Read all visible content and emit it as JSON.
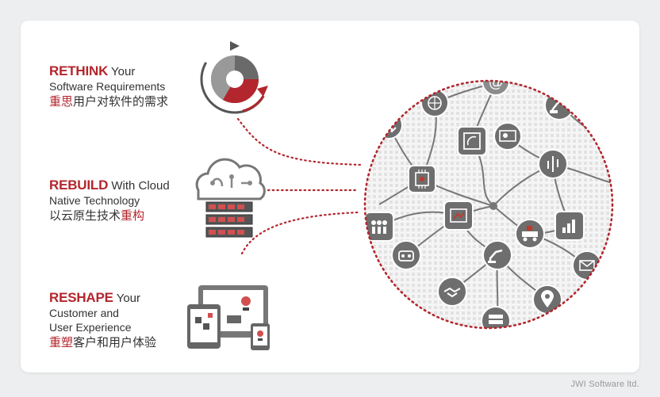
{
  "blocks": [
    {
      "keyword": "RETHINK",
      "rest": " Your",
      "line2": "Software Requirements",
      "line3": null,
      "zh_red": "重思",
      "zh_dark": "用户对软件的需求",
      "zh_red2": ""
    },
    {
      "keyword": "REBUILD",
      "rest": " With Cloud",
      "line2": "Native Technology",
      "line3": null,
      "zh_red": "",
      "zh_dark": "以云原生技术",
      "zh_red2": "重构"
    },
    {
      "keyword": "RESHAPE",
      "rest": " Your",
      "line2": "Customer and",
      "line3": "User Experience",
      "zh_red": "重塑",
      "zh_dark": "客户和用户体验",
      "zh_red2": ""
    }
  ],
  "network_icons": [
    "at-icon",
    "gear-icon",
    "globe-icon",
    "robot-arm-icon",
    "upload-download-icon",
    "screen-wifi-icon",
    "monitor-gear-icon",
    "chip-icon",
    "circuit-icon",
    "analytics-icon",
    "people-icon",
    "conveyor-icon",
    "bar-chart-icon",
    "robot-face-icon",
    "robot-arm-icon",
    "mail-icon",
    "handshake-icon",
    "location-pin-icon",
    "server-icon"
  ],
  "watermark": "JWI Software ltd.",
  "colors": {
    "accent": "#b3262d",
    "dark_gray": "#585858",
    "mid_gray": "#8c8c8c",
    "bg": "#eceeef"
  }
}
